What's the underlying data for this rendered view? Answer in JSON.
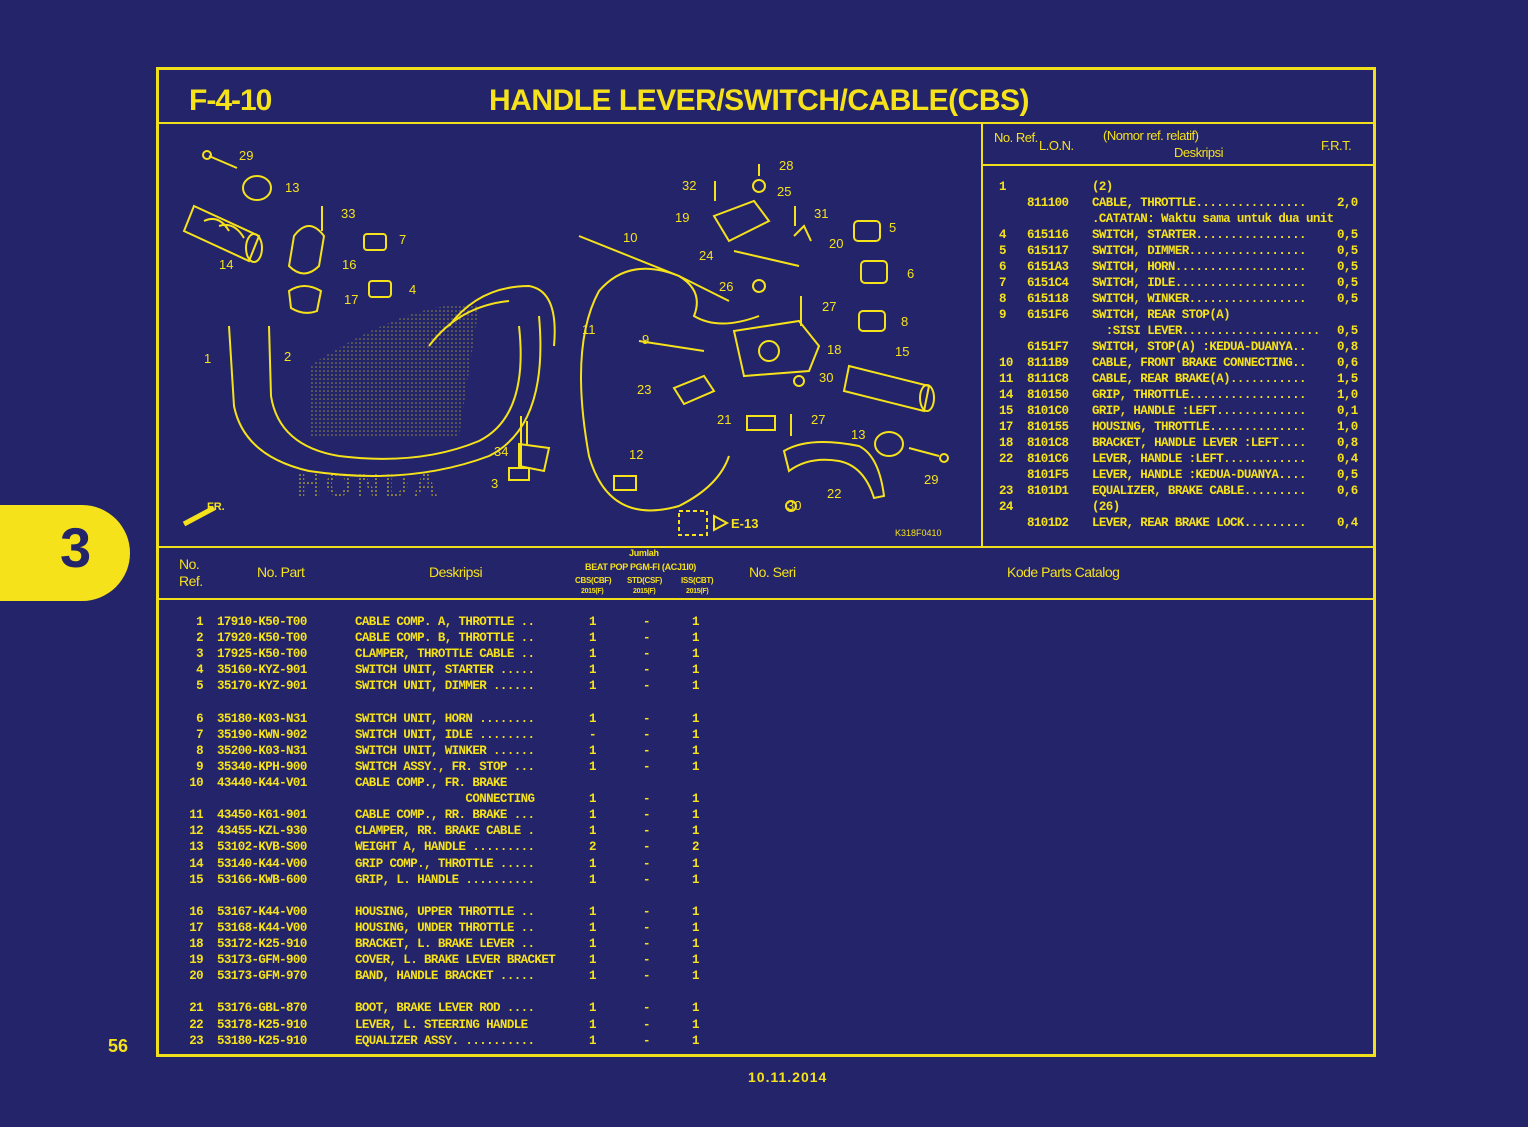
{
  "header": {
    "code": "F-4-10",
    "title": "HANDLE LEVER/SWITCH/CABLE(CBS)"
  },
  "section_tab": "3",
  "page_number": "56",
  "date": "10.11.2014",
  "diagram": {
    "figure_code": "K318F0410",
    "front_label": "FR.",
    "ref_link": "E-13",
    "brand_watermark": "HONDA",
    "callouts": [
      "29",
      "13",
      "33",
      "7",
      "16",
      "14",
      "4",
      "17",
      "1",
      "2",
      "34",
      "3",
      "32",
      "28",
      "25",
      "31",
      "19",
      "20",
      "5",
      "10",
      "24",
      "6",
      "26",
      "27",
      "11",
      "9",
      "18",
      "8",
      "15",
      "30",
      "23",
      "21",
      "13",
      "12",
      "22",
      "29",
      "30"
    ]
  },
  "lon_table": {
    "headers": {
      "no_ref": "No. Ref.",
      "lon": "L.O.N.",
      "desc_top": "(Nomor ref. relatif)",
      "desc": "Deskripsi",
      "frt": "F.R.T."
    },
    "rows": [
      {
        "ref": "1",
        "lon": "",
        "desc": "(2)",
        "frt": ""
      },
      {
        "ref": "",
        "lon": "811100",
        "desc": "CABLE, THROTTLE................",
        "frt": "2,0"
      },
      {
        "ref": "",
        "lon": "",
        "desc": ".CATATAN: Waktu sama untuk dua unit",
        "frt": ""
      },
      {
        "ref": "4",
        "lon": "615116",
        "desc": "SWITCH, STARTER................",
        "frt": "0,5"
      },
      {
        "ref": "5",
        "lon": "615117",
        "desc": "SWITCH, DIMMER.................",
        "frt": "0,5"
      },
      {
        "ref": "6",
        "lon": "6151A3",
        "desc": "SWITCH, HORN...................",
        "frt": "0,5"
      },
      {
        "ref": "7",
        "lon": "6151C4",
        "desc": "SWITCH, IDLE...................",
        "frt": "0,5"
      },
      {
        "ref": "8",
        "lon": "615118",
        "desc": "SWITCH, WINKER.................",
        "frt": "0,5"
      },
      {
        "ref": "9",
        "lon": "6151F6",
        "desc": "SWITCH, REAR STOP(A)",
        "frt": ""
      },
      {
        "ref": "",
        "lon": "",
        "desc": "  :SISI LEVER....................",
        "frt": "0,5"
      },
      {
        "ref": "",
        "lon": "6151F7",
        "desc": "SWITCH, STOP(A) :KEDUA-DUANYA..",
        "frt": "0,8"
      },
      {
        "ref": "10",
        "lon": "8111B9",
        "desc": "CABLE, FRONT BRAKE CONNECTING..",
        "frt": "0,6"
      },
      {
        "ref": "11",
        "lon": "8111C8",
        "desc": "CABLE, REAR BRAKE(A)...........",
        "frt": "1,5"
      },
      {
        "ref": "14",
        "lon": "810150",
        "desc": "GRIP, THROTTLE.................",
        "frt": "1,0"
      },
      {
        "ref": "15",
        "lon": "8101C0",
        "desc": "GRIP, HANDLE :LEFT.............",
        "frt": "0,1"
      },
      {
        "ref": "17",
        "lon": "810155",
        "desc": "HOUSING, THROTTLE..............",
        "frt": "1,0"
      },
      {
        "ref": "18",
        "lon": "8101C8",
        "desc": "BRACKET, HANDLE LEVER :LEFT....",
        "frt": "0,8"
      },
      {
        "ref": "22",
        "lon": "8101C6",
        "desc": "LEVER, HANDLE :LEFT............",
        "frt": "0,4"
      },
      {
        "ref": "",
        "lon": "8101F5",
        "desc": "LEVER, HANDLE :KEDUA-DUANYA....",
        "frt": "0,5"
      },
      {
        "ref": "23",
        "lon": "8101D1",
        "desc": "EQUALIZER, BRAKE CABLE.........",
        "frt": "0,6"
      },
      {
        "ref": "24",
        "lon": "",
        "desc": "(26)",
        "frt": ""
      },
      {
        "ref": "",
        "lon": "8101D2",
        "desc": "LEVER, REAR BRAKE LOCK.........",
        "frt": "0,4"
      }
    ]
  },
  "parts_table": {
    "headers": {
      "no_ref": "No. Ref.",
      "part_no": "No. Part",
      "desc": "Deskripsi",
      "qty_title": "Jumlah",
      "qty_sub": "BEAT POP PGM-FI (ACJ1I0)",
      "col_a": "CBS(CBF)",
      "col_a_year": "2015(F)",
      "col_b": "STD(CSF)",
      "col_b_year": "2015(F)",
      "col_c": "ISS(CBT)",
      "col_c_year": "2015(F)",
      "serial": "No. Seri",
      "catalog": "Kode Parts Catalog"
    },
    "rows": [
      {
        "ref": "1",
        "part": "17910-K50-T00",
        "desc": "CABLE COMP. A, THROTTLE ..",
        "a": "1",
        "b": "-",
        "c": "1"
      },
      {
        "ref": "2",
        "part": "17920-K50-T00",
        "desc": "CABLE COMP. B, THROTTLE ..",
        "a": "1",
        "b": "-",
        "c": "1"
      },
      {
        "ref": "3",
        "part": "17925-K50-T00",
        "desc": "CLAMPER, THROTTLE CABLE ..",
        "a": "1",
        "b": "-",
        "c": "1"
      },
      {
        "ref": "4",
        "part": "35160-KYZ-901",
        "desc": "SWITCH UNIT, STARTER .....",
        "a": "1",
        "b": "-",
        "c": "1"
      },
      {
        "ref": "5",
        "part": "35170-KYZ-901",
        "desc": "SWITCH UNIT, DIMMER ......",
        "a": "1",
        "b": "-",
        "c": "1"
      },
      {
        "ref": "6",
        "part": "35180-K03-N31",
        "desc": "SWITCH UNIT, HORN ........",
        "a": "1",
        "b": "-",
        "c": "1"
      },
      {
        "ref": "7",
        "part": "35190-KWN-902",
        "desc": "SWITCH UNIT, IDLE ........",
        "a": "-",
        "b": "-",
        "c": "1"
      },
      {
        "ref": "8",
        "part": "35200-K03-N31",
        "desc": "SWITCH UNIT, WINKER ......",
        "a": "1",
        "b": "-",
        "c": "1"
      },
      {
        "ref": "9",
        "part": "35340-KPH-900",
        "desc": "SWITCH ASSY., FR. STOP ...",
        "a": "1",
        "b": "-",
        "c": "1"
      },
      {
        "ref": "10",
        "part": "43440-K44-V01",
        "desc": "CABLE COMP., FR. BRAKE",
        "a": "",
        "b": "",
        "c": ""
      },
      {
        "ref": "",
        "part": "",
        "desc": "                CONNECTING",
        "a": "1",
        "b": "-",
        "c": "1"
      },
      {
        "ref": "11",
        "part": "43450-K61-901",
        "desc": "CABLE COMP., RR. BRAKE ...",
        "a": "1",
        "b": "-",
        "c": "1"
      },
      {
        "ref": "12",
        "part": "43455-KZL-930",
        "desc": "CLAMPER, RR. BRAKE CABLE .",
        "a": "1",
        "b": "-",
        "c": "1"
      },
      {
        "ref": "13",
        "part": "53102-KVB-S00",
        "desc": "WEIGHT A, HANDLE .........",
        "a": "2",
        "b": "-",
        "c": "2"
      },
      {
        "ref": "14",
        "part": "53140-K44-V00",
        "desc": "GRIP COMP., THROTTLE .....",
        "a": "1",
        "b": "-",
        "c": "1"
      },
      {
        "ref": "15",
        "part": "53166-KWB-600",
        "desc": "GRIP, L. HANDLE ..........",
        "a": "1",
        "b": "-",
        "c": "1"
      },
      {
        "ref": "16",
        "part": "53167-K44-V00",
        "desc": "HOUSING, UPPER THROTTLE ..",
        "a": "1",
        "b": "-",
        "c": "1"
      },
      {
        "ref": "17",
        "part": "53168-K44-V00",
        "desc": "HOUSING, UNDER THROTTLE ..",
        "a": "1",
        "b": "-",
        "c": "1"
      },
      {
        "ref": "18",
        "part": "53172-K25-910",
        "desc": "BRACKET, L. BRAKE LEVER ..",
        "a": "1",
        "b": "-",
        "c": "1"
      },
      {
        "ref": "19",
        "part": "53173-GFM-900",
        "desc": "COVER, L. BRAKE LEVER BRACKET",
        "a": "1",
        "b": "-",
        "c": "1"
      },
      {
        "ref": "20",
        "part": "53173-GFM-970",
        "desc": "BAND, HANDLE BRACKET .....",
        "a": "1",
        "b": "-",
        "c": "1"
      },
      {
        "ref": "21",
        "part": "53176-GBL-870",
        "desc": "BOOT, BRAKE LEVER ROD ....",
        "a": "1",
        "b": "-",
        "c": "1"
      },
      {
        "ref": "22",
        "part": "53178-K25-910",
        "desc": "LEVER, L. STEERING HANDLE",
        "a": "1",
        "b": "-",
        "c": "1"
      },
      {
        "ref": "23",
        "part": "53180-K25-910",
        "desc": "EQUALIZER ASSY. ..........",
        "a": "1",
        "b": "-",
        "c": "1"
      }
    ]
  }
}
